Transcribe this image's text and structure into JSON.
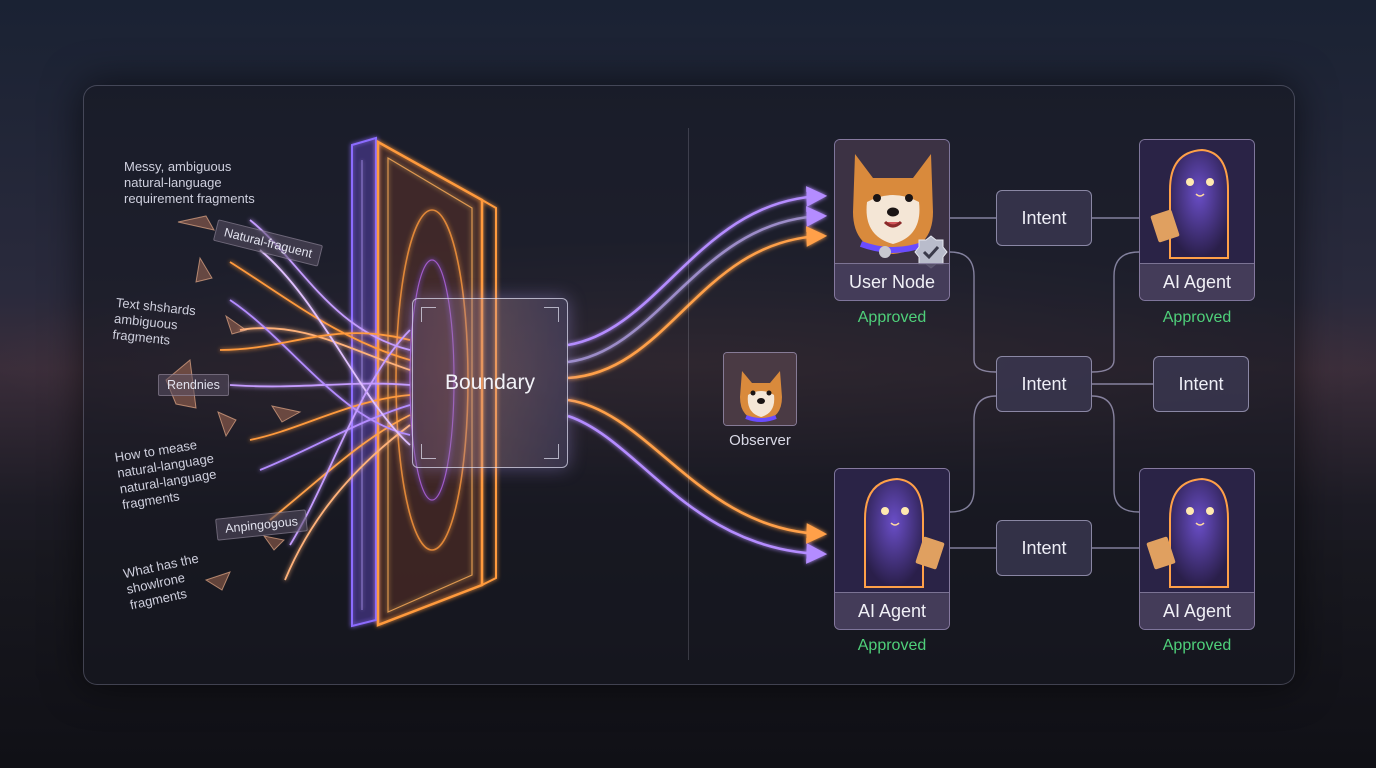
{
  "left_notes": [
    {
      "id": "note1",
      "text": "Messy, ambiguous\nnatural-language\nrequirement fragments"
    },
    {
      "id": "note2",
      "text": "Text shshards\nambiguous\nfragments"
    },
    {
      "id": "note3",
      "text": "How to mease\nnatural-language\nnatural-language\nfragments"
    },
    {
      "id": "note4",
      "text": "What has the\nshowlrone\nfragments"
    }
  ],
  "tags": [
    "Natural-fraguent",
    "Rendnies",
    "Anpingogous"
  ],
  "boundary": {
    "label": "Boundary"
  },
  "observer": {
    "label": "Observer"
  },
  "nodes": {
    "user_node": {
      "label": "User Node",
      "status": "Approved"
    },
    "agent_top_right": {
      "label": "AI Agent",
      "status": "Approved"
    },
    "agent_bottom_left": {
      "label": "AI Agent",
      "status": "Approved"
    },
    "agent_bottom_right": {
      "label": "AI Agent",
      "status": "Approved"
    }
  },
  "intents": [
    "Intent",
    "Intent",
    "Intent",
    "Intent"
  ],
  "colors": {
    "orange": "#ff9a3c",
    "purple": "#a978ff",
    "approved": "#4fd07a"
  }
}
